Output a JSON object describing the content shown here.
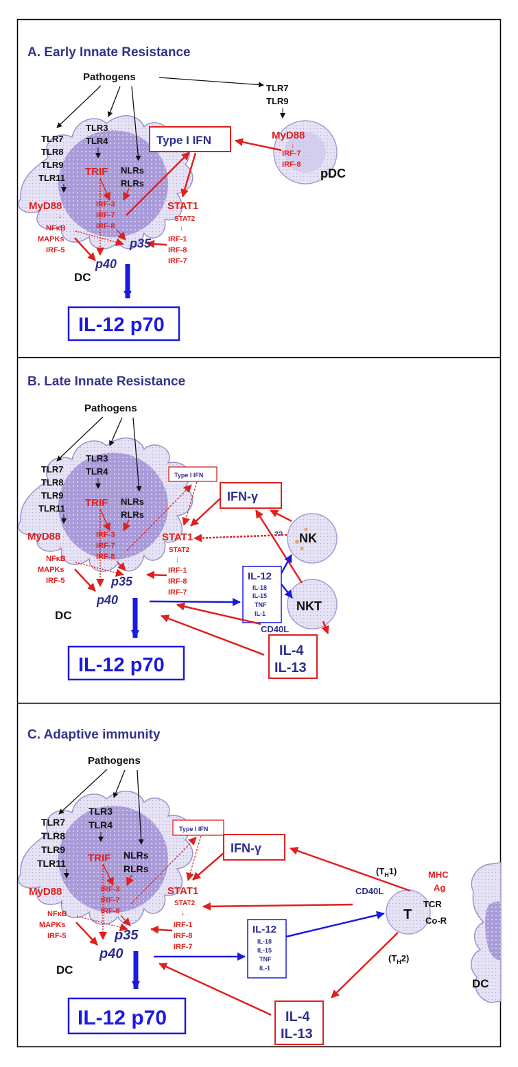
{
  "panels": [
    {
      "title": "A. Early Innate Resistance",
      "pathogens": "Pathogens",
      "tlr_group1": [
        "TLR7",
        "TLR8",
        "TLR9",
        "TLR11"
      ],
      "tlr_group2": [
        "TLR3",
        "TLR4"
      ],
      "trif": "TRIF",
      "nlrs": [
        "NLRs",
        "RLRs"
      ],
      "myd88": "MyD88",
      "myd88_targets": [
        "NFκB",
        "MAPKs",
        "IRF-5"
      ],
      "irf_group": [
        "IRF-3",
        "IRF-7",
        "IRF-8"
      ],
      "stat1": "STAT1",
      "stat2": "STAT2",
      "stat_targets": [
        "IRF-1",
        "IRF-8",
        "IRF-7"
      ],
      "p35": "p35",
      "p40": "p40",
      "dc": "DC",
      "il12p70": "IL-12 p70",
      "type1ifn": "Type I IFN",
      "pdc_tlrs": [
        "TLR7",
        "TLR9"
      ],
      "pdc_myd88": "MyD88",
      "pdc_irfs": [
        "IRF-7",
        "IRF-8"
      ],
      "pdc": "pDC"
    },
    {
      "title": "B. Late Innate Resistance",
      "pathogens": "Pathogens",
      "tlr_group1": [
        "TLR7",
        "TLR8",
        "TLR9",
        "TLR11"
      ],
      "tlr_group2": [
        "TLR3",
        "TLR4"
      ],
      "trif": "TRIF",
      "nlrs": [
        "NLRs",
        "RLRs"
      ],
      "myd88": "MyD88",
      "myd88_targets": [
        "NFκB",
        "MAPKs",
        "IRF-5"
      ],
      "irf_group": [
        "IRF-3",
        "IRF-7",
        "IRF-8"
      ],
      "stat1": "STAT1",
      "stat2": "STAT2",
      "stat_targets": [
        "IRF-1",
        "IRF-8",
        "IRF-7"
      ],
      "p35": "p35",
      "p40": "p40",
      "dc": "DC",
      "il12p70": "IL-12 p70",
      "type1ifn": "Type I IFN",
      "ifng": "IFN-γ",
      "nk": "NK",
      "nkt": "NKT",
      "unknown": "??",
      "cytokines": [
        "IL-12",
        "IL-18",
        "IL-15",
        "TNF",
        "IL-1"
      ],
      "cd40l": "CD40L",
      "il4": "IL-4",
      "il13": "IL-13"
    },
    {
      "title": "C. Adaptive immunity",
      "pathogens": "Pathogens",
      "tlr_group1": [
        "TLR7",
        "TLR8",
        "TLR9",
        "TLR11"
      ],
      "tlr_group2": [
        "TLR3",
        "TLR4"
      ],
      "trif": "TRIF",
      "nlrs": [
        "NLRs",
        "RLRs"
      ],
      "myd88": "MyD88",
      "myd88_targets": [
        "NFκB",
        "MAPKs",
        "IRF-5"
      ],
      "irf_group": [
        "IRF-3",
        "IRF-7",
        "IRF-8"
      ],
      "stat1": "STAT1",
      "stat2": "STAT2",
      "stat_targets": [
        "IRF-1",
        "IRF-8",
        "IRF-7"
      ],
      "p35": "p35",
      "p40": "p40",
      "dc": "DC",
      "il12p70": "IL-12 p70",
      "type1ifn": "Type I IFN",
      "ifng": "IFN-γ",
      "cd40l": "CD40L",
      "cytokines": [
        "IL-12",
        "IL-18",
        "IL-15",
        "TNF",
        "IL-1"
      ],
      "il4": "IL-4",
      "il13": "IL-13",
      "t": "T",
      "th1": "(T",
      "th1_sub": "H",
      "th1_end": "1)",
      "th2": "(T",
      "th2_sub": "H",
      "th2_end": "2)",
      "mhc": "MHC",
      "ag": "Ag",
      "tcr": "TCR",
      "cor": "Co-R",
      "dc2": "DC"
    }
  ],
  "colors": {
    "red": "#e0201c",
    "blue": "#1a1ae0",
    "navy": "#2d2d8c",
    "title": "#33338a",
    "cell": "#a89ad6"
  }
}
